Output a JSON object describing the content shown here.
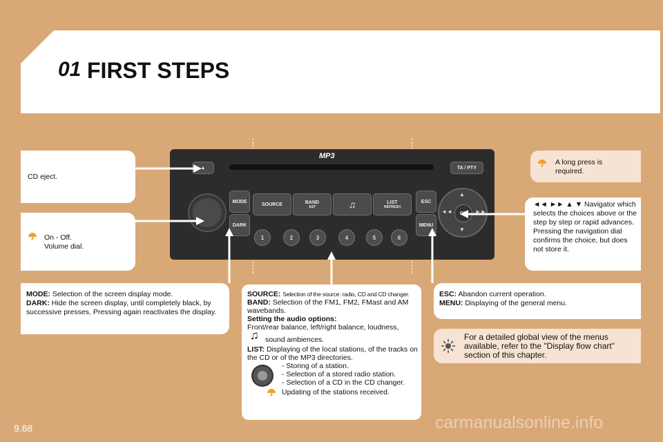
{
  "header": {
    "chapter_number": "01",
    "title": "FIRST STEPS"
  },
  "radio": {
    "display_label": "MP3",
    "ta_pty": "TA / PTY",
    "mode": "MODE",
    "dark": "DARK",
    "source": "SOURCE",
    "band": "BAND",
    "band_sub": "AST",
    "list": "LIST",
    "list_sub": "REFRESH",
    "esc": "ESC",
    "menu": "MENU",
    "ok": "OK",
    "presets": [
      "1",
      "2",
      "3",
      "4",
      "5",
      "6"
    ]
  },
  "callouts": {
    "cd_eject": "CD eject.",
    "on_off": "On - Off.",
    "volume": "Volume dial.",
    "long_press": "A long press is required.",
    "nav_symbols": "◄◄ ►► ▲ ▼",
    "nav_text": "Navigator which selects the choices above or the step by step or rapid advances.",
    "nav_text2": "Pressing the navigation dial confirms the choice, but does not store it.",
    "mode_label": "MODE:",
    "mode_text": "Selection of the screen display mode.",
    "dark_label": "DARK:",
    "dark_text": "Hide the screen display, until completely black, by successive presses. Pressing again reactivates the display.",
    "source_label": "SOURCE:",
    "source_text": "Selection of the source: radio, CD and CD changer.",
    "band_label": "BAND:",
    "band_text": "Selection of the FM1, FM2, FMast and AM wavebands.",
    "setting_label": "Setting the audio options:",
    "setting_text": "Front/rear balance, left/right balance, loudness,",
    "sound_amb": "sound ambiences.",
    "list_label": "LIST:",
    "list_text": "Displaying of the local stations, of the tracks on the CD or of the MP3 directories.",
    "list_items": [
      "- Storing of a station.",
      "- Selection of a stored radio station.",
      "- Selection of a CD in the CD changer."
    ],
    "updating": "Updating of the stations received.",
    "esc_label": "ESC:",
    "esc_text": "Abandon current operation.",
    "menu_label": "MENU:",
    "menu_text": "Displaying of the general menu.",
    "detail": "For a detailed global view of the menus available, refer to the \"Display flow chart\" section of this chapter."
  },
  "footer": {
    "page": "9.68",
    "watermark": "carmanualsonline.info"
  },
  "colors": {
    "background": "#d9a877",
    "panel": "#ffffff",
    "peach": "#f7e3d3",
    "radio": "#2c2c2c"
  }
}
